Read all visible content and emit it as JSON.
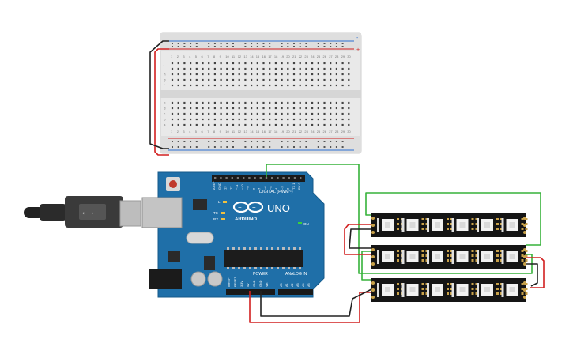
{
  "colors": {
    "background": "#ffffff",
    "breadboard": "#e8e8e8",
    "rail_red": "#d11f1f",
    "rail_blue": "#2a6fd1",
    "board_blue": "#1f6fa8",
    "wire_red": "#d22020",
    "wire_black": "#222222",
    "wire_green": "#36b23a",
    "strip_black": "#151515",
    "led_white": "#f2f2f2",
    "pad_gold": "#c9a24a"
  },
  "arduino": {
    "brand": "ARDUINO",
    "model": "UNO",
    "digital_label": "DIGITAL (PWM~)",
    "power_label": "POWER",
    "analog_label": "ANALOG IN",
    "on_label": "ON",
    "tx_label": "TX",
    "rx_label": "RX",
    "l_label": "L",
    "power_pins": [
      "IOREF",
      "RESET",
      "3.3V",
      "5V",
      "GND",
      "GND",
      "Vin"
    ],
    "analog_pins": [
      "A0",
      "A1",
      "A2",
      "A3",
      "A4",
      "A5"
    ],
    "digital_pins": [
      "AREF",
      "GND",
      "13",
      "12",
      "~11",
      "~10",
      "~9",
      "8",
      "7",
      "~6",
      "~5",
      "4",
      "~3",
      "2",
      "TX 1",
      "RX 0"
    ]
  },
  "breadboard": {
    "row_letters_top": [
      "j",
      "i",
      "h",
      "g",
      "f"
    ],
    "row_letters_bottom": [
      "e",
      "d",
      "c",
      "b",
      "a"
    ],
    "columns": [
      "1",
      "2",
      "3",
      "4",
      "5",
      "6",
      "7",
      "8",
      "9",
      "10",
      "11",
      "12",
      "13",
      "14",
      "15",
      "16",
      "17",
      "18",
      "19",
      "20",
      "21",
      "22",
      "23",
      "24",
      "25",
      "26",
      "27",
      "28",
      "29",
      "30"
    ],
    "rail_plus": "+",
    "rail_minus": "-"
  },
  "led_strips": {
    "count": 3,
    "leds_per_strip": 6
  }
}
